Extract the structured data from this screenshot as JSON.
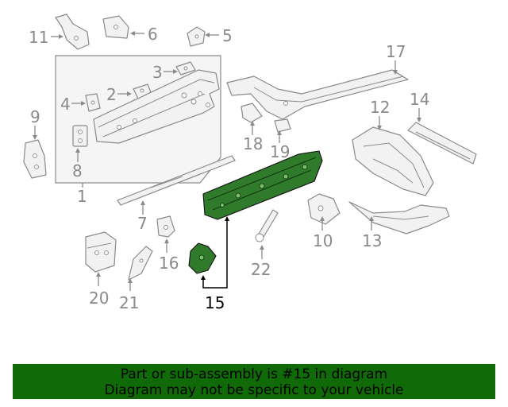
{
  "callouts": {
    "c1": "1",
    "c2": "2",
    "c3": "3",
    "c4": "4",
    "c5": "5",
    "c6": "6",
    "c7": "7",
    "c8": "8",
    "c9": "9",
    "c10": "10",
    "c11": "11",
    "c12": "12",
    "c13": "13",
    "c14": "14",
    "c15": "15",
    "c16": "16",
    "c17": "17",
    "c18": "18",
    "c19": "19",
    "c20": "20",
    "c21": "21",
    "c22": "22"
  },
  "highlighted_part": "15",
  "colors": {
    "highlight": "#2f7a2b",
    "banner": "#0f6a07",
    "line": "#8a8a8a"
  },
  "banner": {
    "line1": "Part or sub-assembly is #15 in diagram",
    "line2": "Diagram may not be specific to your vehicle"
  }
}
